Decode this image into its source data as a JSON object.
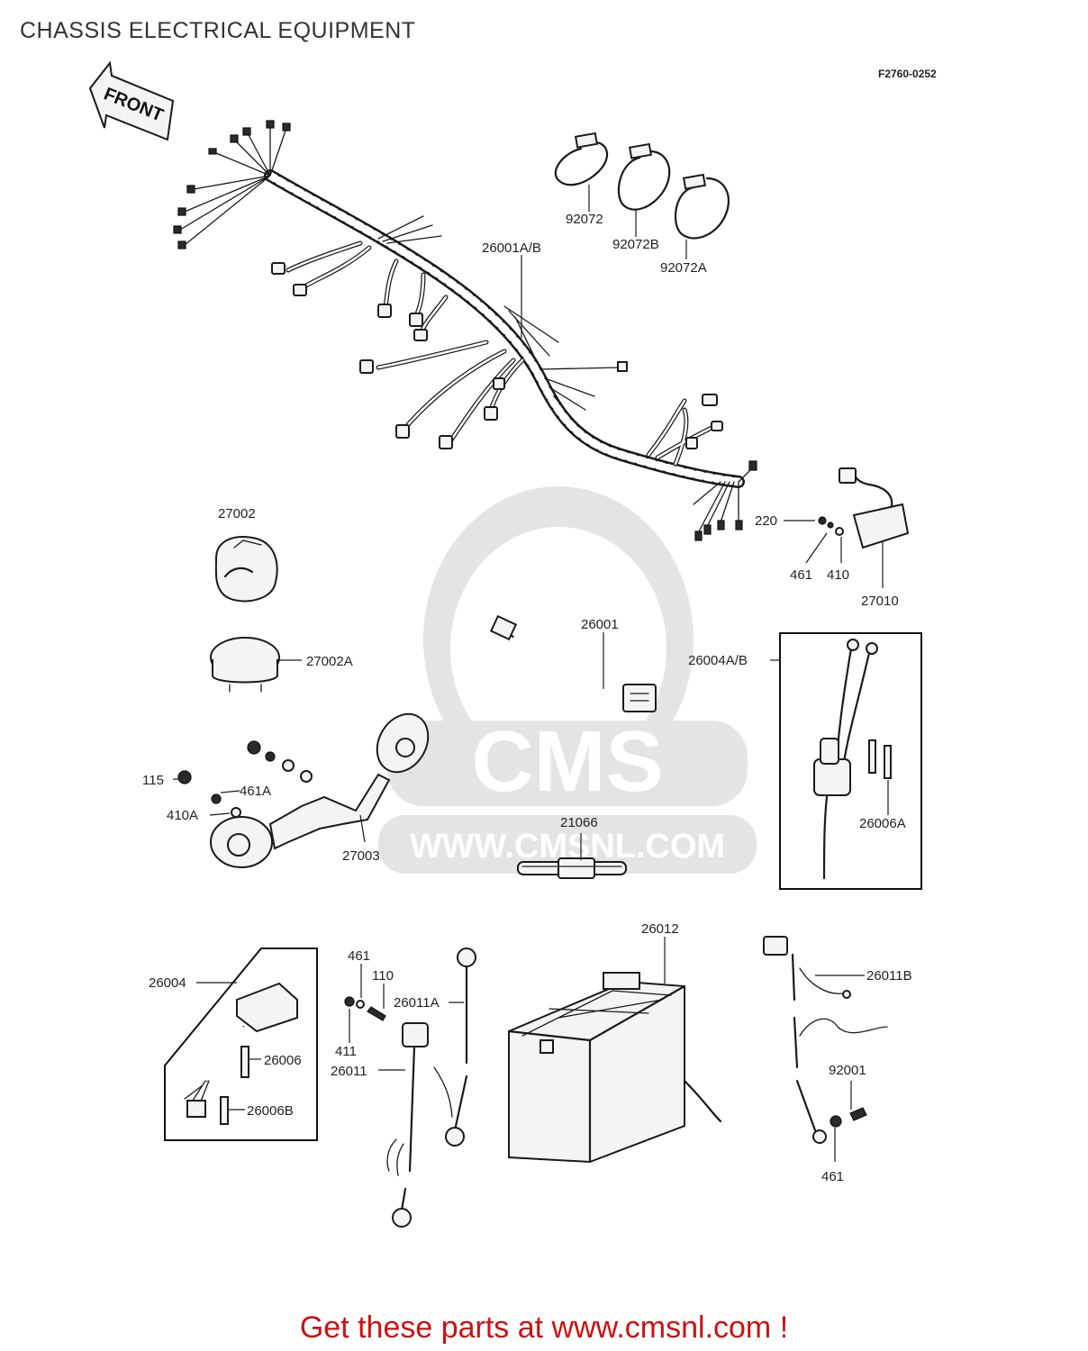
{
  "title": "CHASSIS ELECTRICAL EQUIPMENT",
  "figure_code": "F2760-0252",
  "front_arrow_label": "FRONT",
  "watermark": {
    "logo_text": "CMS",
    "url_text": "WWW.CMSNL.COM"
  },
  "parts": [
    {
      "id": "p-26001AB",
      "label": "26001A/B"
    },
    {
      "id": "p-92072",
      "label": "92072"
    },
    {
      "id": "p-92072B",
      "label": "92072B"
    },
    {
      "id": "p-92072A",
      "label": "92072A"
    },
    {
      "id": "p-27002",
      "label": "27002"
    },
    {
      "id": "p-220",
      "label": "220"
    },
    {
      "id": "p-461a",
      "label": "461"
    },
    {
      "id": "p-410",
      "label": "410"
    },
    {
      "id": "p-27010",
      "label": "27010"
    },
    {
      "id": "p-27002A",
      "label": "27002A"
    },
    {
      "id": "p-26001",
      "label": "26001"
    },
    {
      "id": "p-26004AB",
      "label": "26004A/B"
    },
    {
      "id": "p-115",
      "label": "115"
    },
    {
      "id": "p-461A",
      "label": "461A"
    },
    {
      "id": "p-410A",
      "label": "410A"
    },
    {
      "id": "p-27003",
      "label": "27003"
    },
    {
      "id": "p-21066",
      "label": "21066"
    },
    {
      "id": "p-26006A",
      "label": "26006A"
    },
    {
      "id": "p-26004",
      "label": "26004"
    },
    {
      "id": "p-26006",
      "label": "26006"
    },
    {
      "id": "p-26006B",
      "label": "26006B"
    },
    {
      "id": "p-461b",
      "label": "461"
    },
    {
      "id": "p-110",
      "label": "110"
    },
    {
      "id": "p-26011A",
      "label": "26011A"
    },
    {
      "id": "p-411",
      "label": "411"
    },
    {
      "id": "p-26011",
      "label": "26011"
    },
    {
      "id": "p-26012",
      "label": "26012"
    },
    {
      "id": "p-26011B",
      "label": "26011B"
    },
    {
      "id": "p-92001",
      "label": "92001"
    },
    {
      "id": "p-461c",
      "label": "461"
    }
  ],
  "footer_text": "Get these parts at www.cmsnl.com !"
}
